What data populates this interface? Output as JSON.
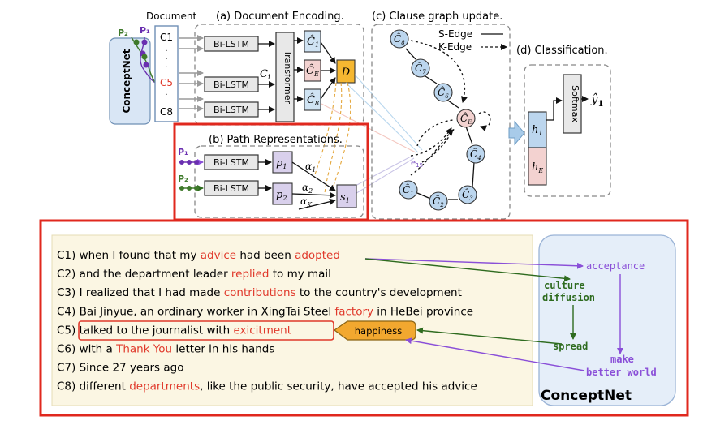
{
  "panels": {
    "document_label": "Document",
    "a": "(a) Document Encoding.",
    "b": "(b) Path Representations.",
    "c": "(c) Clause graph update.",
    "d": "(d) Classification."
  },
  "conceptnet_vertical": "ConceptNet",
  "conceptnet_box": "ConceptNet",
  "paths": {
    "p1": "P₁",
    "p2": "P₂"
  },
  "clause_ids": {
    "c1": "C1",
    "c5": "C5",
    "c8": "C8"
  },
  "encoder": {
    "bilstm": "Bi-LSTM",
    "transformer": "Transformer",
    "ci": "C",
    "ci_sub": "i",
    "d": "D",
    "c1": "Ĉ",
    "c1_sub": "1",
    "ce": "Ĉ",
    "ce_sub": "E",
    "c8": "Ĉ",
    "c8_sub": "8"
  },
  "path_repr": {
    "p1": "p",
    "p1_sub": "1",
    "p2": "p",
    "p2_sub": "2",
    "s1": "s",
    "s1_sub": "1",
    "a1": "α",
    "a1_sub": "1",
    "a2": "α",
    "a2_sub": "2",
    "ak": "α",
    "ak_sub": "K"
  },
  "graph": {
    "legend_s": "S-Edge",
    "legend_k": "K-Edge",
    "node_symbol": "Ĉ",
    "nodes": [
      "8",
      "7",
      "6",
      "E",
      "4",
      "3",
      "2",
      "1"
    ],
    "e15": "e",
    "e15_sub": "15"
  },
  "classification": {
    "softmax": "Softmax",
    "yhat": "ŷ",
    "yhat_sub": "1",
    "h1": "h",
    "h1_sub": "1",
    "he": "h",
    "he_sub": "E"
  },
  "example": {
    "clauses": [
      [
        {
          "t": "C1) when I found that my "
        },
        {
          "t": "advice",
          "h": 1
        },
        {
          "t": " had been "
        },
        {
          "t": "adopted",
          "h": 1
        }
      ],
      [
        {
          "t": "C2) and the department leader "
        },
        {
          "t": "replied",
          "h": 1
        },
        {
          "t": " to my mail"
        }
      ],
      [
        {
          "t": "C3) I realized that I had made "
        },
        {
          "t": "contributions",
          "h": 1
        },
        {
          "t": " to the country's development"
        }
      ],
      [
        {
          "t": "C4) Bai Jinyue, an ordinary worker in XingTai Steel "
        },
        {
          "t": "factory",
          "h": 1
        },
        {
          "t": " in HeBei province"
        }
      ],
      [
        {
          "t": "C5) "
        },
        {
          "t": "talked to the journalist with "
        },
        {
          "t": "exicitment",
          "h": 1
        }
      ],
      [
        {
          "t": "C6) with a "
        },
        {
          "t": "Thank You",
          "h": 1
        },
        {
          "t": " letter in his hands"
        }
      ],
      [
        {
          "t": "C7) Since 27 years ago"
        }
      ],
      [
        {
          "t": "C8)  different "
        },
        {
          "t": "departments",
          "h": 1
        },
        {
          "t": ", like the public security, have accepted his advice"
        }
      ]
    ],
    "happiness": "happiness",
    "concepts": {
      "acceptance": "acceptance",
      "culture": "culture",
      "diffusion": "diffusion",
      "spread": "spread",
      "make": "make",
      "better_world": "better world"
    }
  }
}
